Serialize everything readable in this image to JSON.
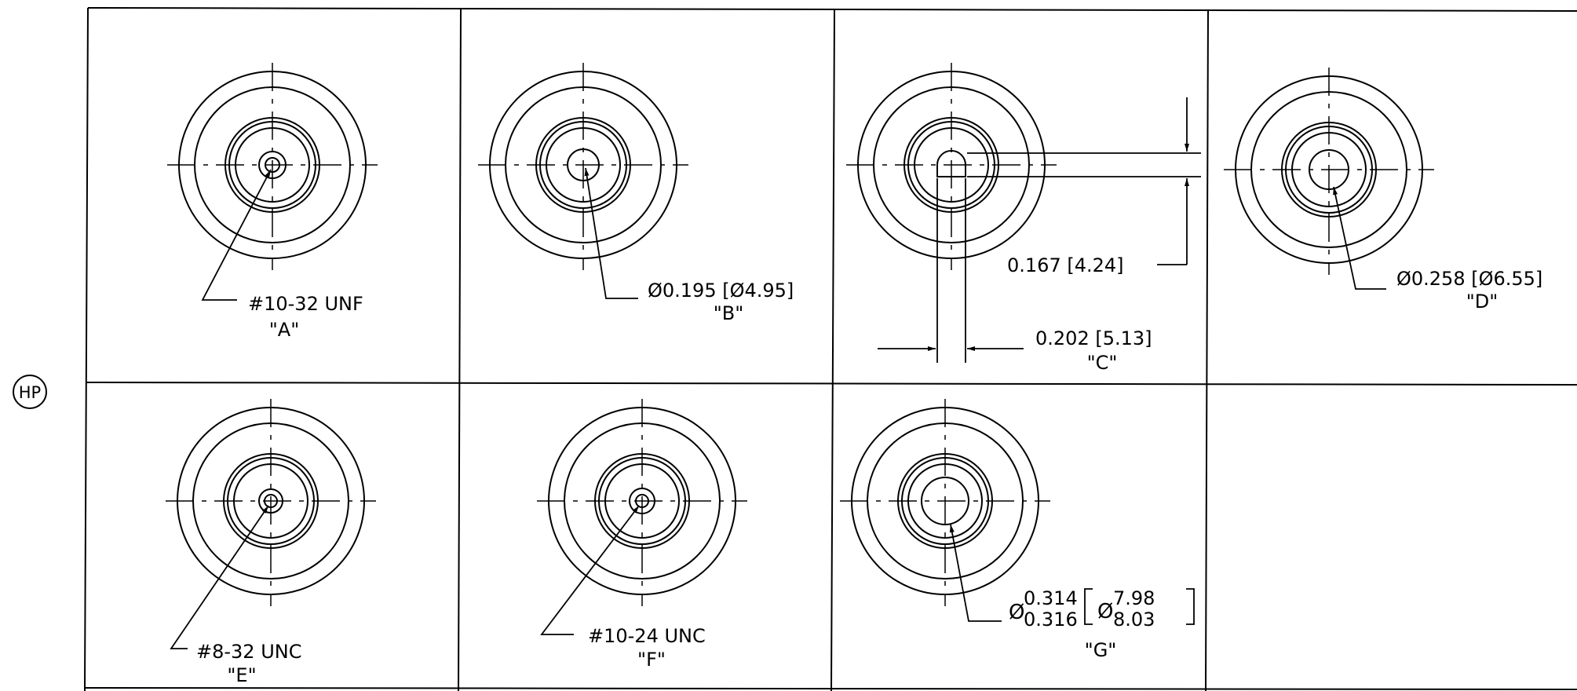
{
  "badge": {
    "label": "HP"
  },
  "cells": [
    {
      "id": "A",
      "line1": "#10-32 UNF",
      "tag": "\"A\""
    },
    {
      "id": "B",
      "line1": "Ø0.195 [Ø4.95]",
      "tag": "\"B\""
    },
    {
      "id": "C",
      "line1": "0.202 [5.13]",
      "line_flat": "0.167 [4.24]",
      "tag": "\"C\""
    },
    {
      "id": "D",
      "line1": "Ø0.258 [Ø6.55]",
      "tag": "\"D\""
    },
    {
      "id": "E",
      "line1": "#8-32 UNC",
      "tag": "\"E\""
    },
    {
      "id": "F",
      "line1": "#10-24 UNC",
      "tag": "\"F\""
    },
    {
      "id": "G",
      "dia_symbol": "Ø",
      "in_upper": "0.314",
      "in_lower": "0.316",
      "mm_upper": "7.98",
      "mm_lower": "8.03",
      "tag": "\"G\""
    }
  ]
}
